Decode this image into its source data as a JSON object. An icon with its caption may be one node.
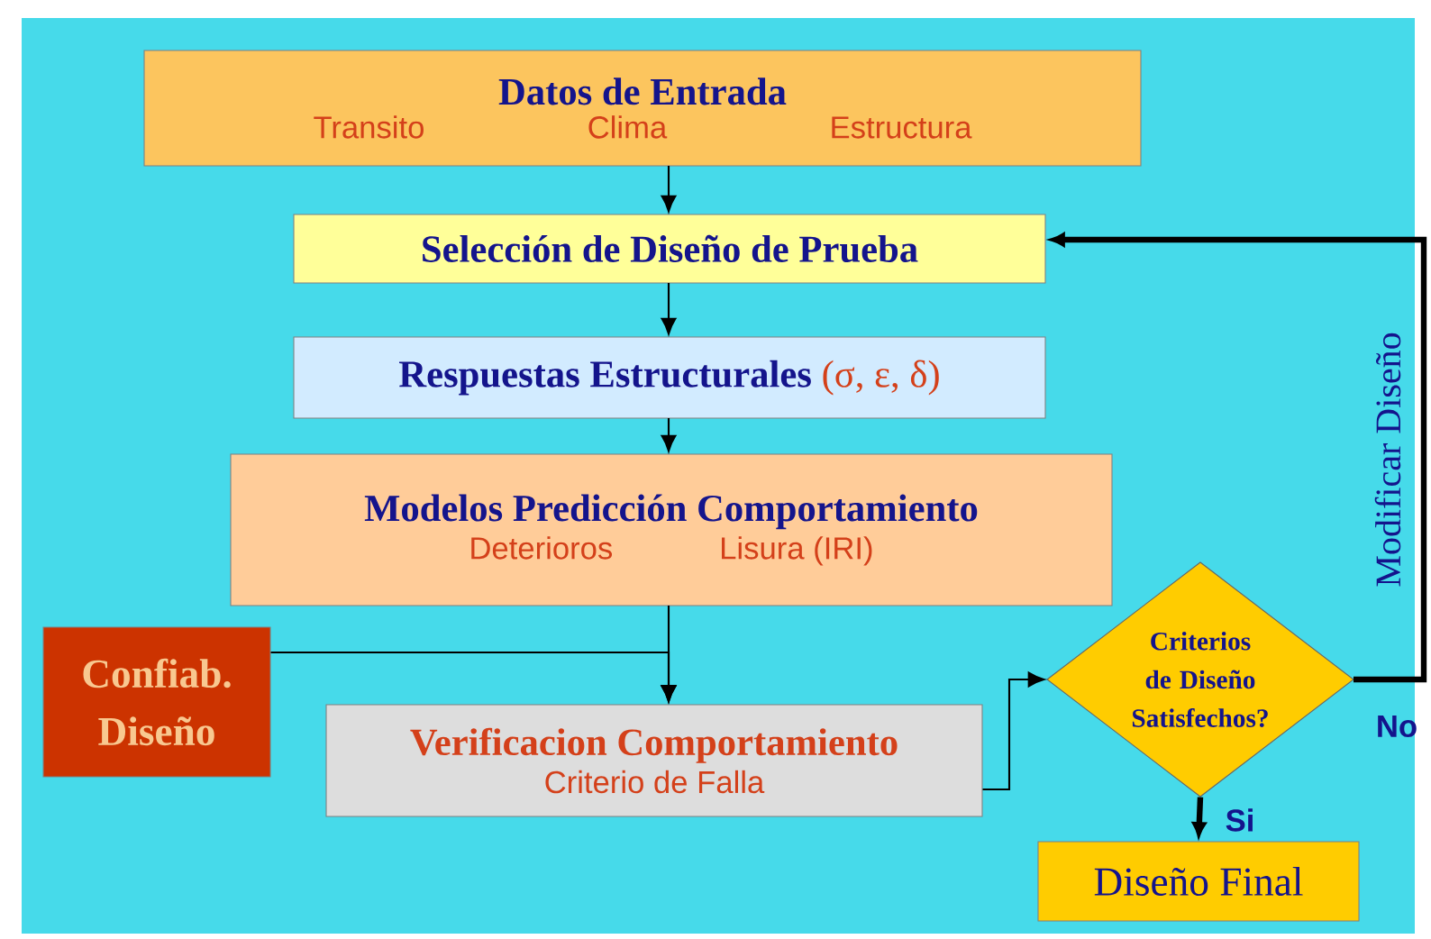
{
  "diagram": {
    "nodes": [
      {
        "text": [
          "Datos de Entrada",
          "Transito",
          "Clima",
          "Estructura"
        ]
      },
      {
        "text": [
          "Selección de Diseño de Prueba"
        ]
      },
      {
        "text": [
          "Respuestas Estructurales",
          "(σ, ε, δ)"
        ]
      },
      {
        "text": [
          "Modelos Predicción Comportamiento",
          "Deterioros",
          "Lisura (IRI)"
        ]
      },
      {
        "text": [
          "Confiab. Diseño"
        ]
      },
      {
        "text": [
          "Verificacion Comportamiento",
          "Criterio de Falla"
        ]
      },
      {
        "text": [
          "Criterios de Diseño Satisfechos?"
        ]
      },
      {
        "text": [
          "Diseño Final"
        ]
      }
    ],
    "edges": [
      {
        "from": 0,
        "to": 1,
        "arrow": "to"
      },
      {
        "from": 1,
        "to": 2,
        "arrow": "to"
      },
      {
        "from": 2,
        "to": 3,
        "arrow": "to"
      },
      {
        "from": 3,
        "to": 5,
        "arrow": "to"
      },
      {
        "from": 4,
        "to": 5,
        "arrow": "to"
      },
      {
        "from": 5,
        "to": 6,
        "arrow": "to"
      },
      {
        "from": 6,
        "to": 7,
        "arrow": "to",
        "label": "Si",
        "style": "thick"
      },
      {
        "from": 6,
        "to": 1,
        "arrow": "to",
        "label": "Modificar Diseño",
        "style": "thick"
      }
    ],
    "labels": [
      "No"
    ]
  }
}
